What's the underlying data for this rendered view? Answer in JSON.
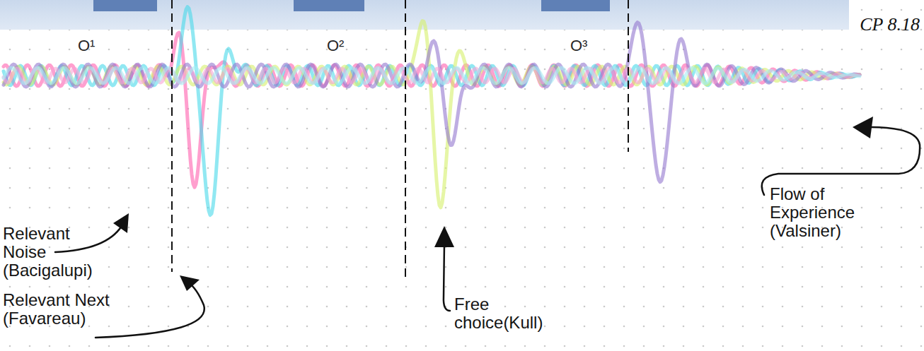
{
  "diagram": {
    "labels": [
      "CP 8.18",
      "O¹",
      "O²",
      "O³",
      "Relevant Noise (Bacigalupi)",
      "Relevant Next (Favareau)",
      "Free choice(Kull)",
      "Flow of Experience (Valsiner)"
    ]
  }
}
